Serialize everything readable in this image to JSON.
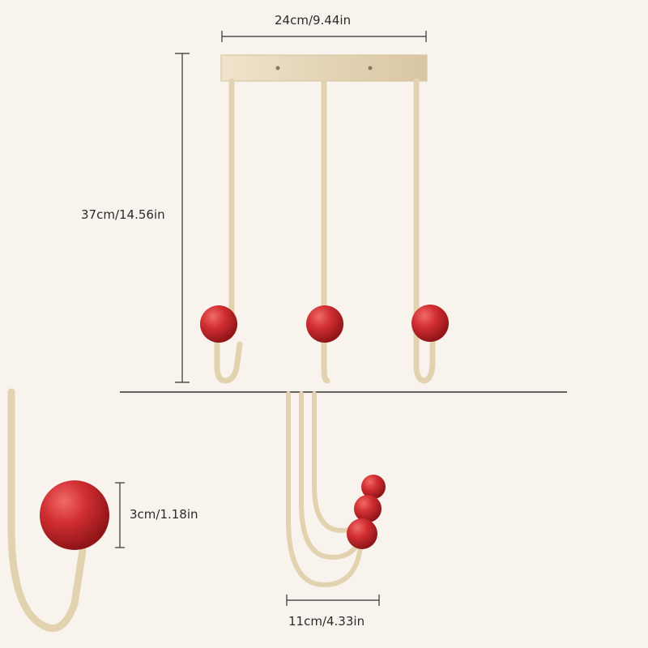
{
  "dimensions": {
    "width_label": "24cm/9.44in",
    "height_label": "37cm/14.56in",
    "ball_label": "3cm/1.18in",
    "depth_label": "11cm/4.33in"
  },
  "colors": {
    "background": "#f8f3ec",
    "hook_metal": "#e6d6b8",
    "ball": "#c8262a",
    "line": "#333333"
  }
}
